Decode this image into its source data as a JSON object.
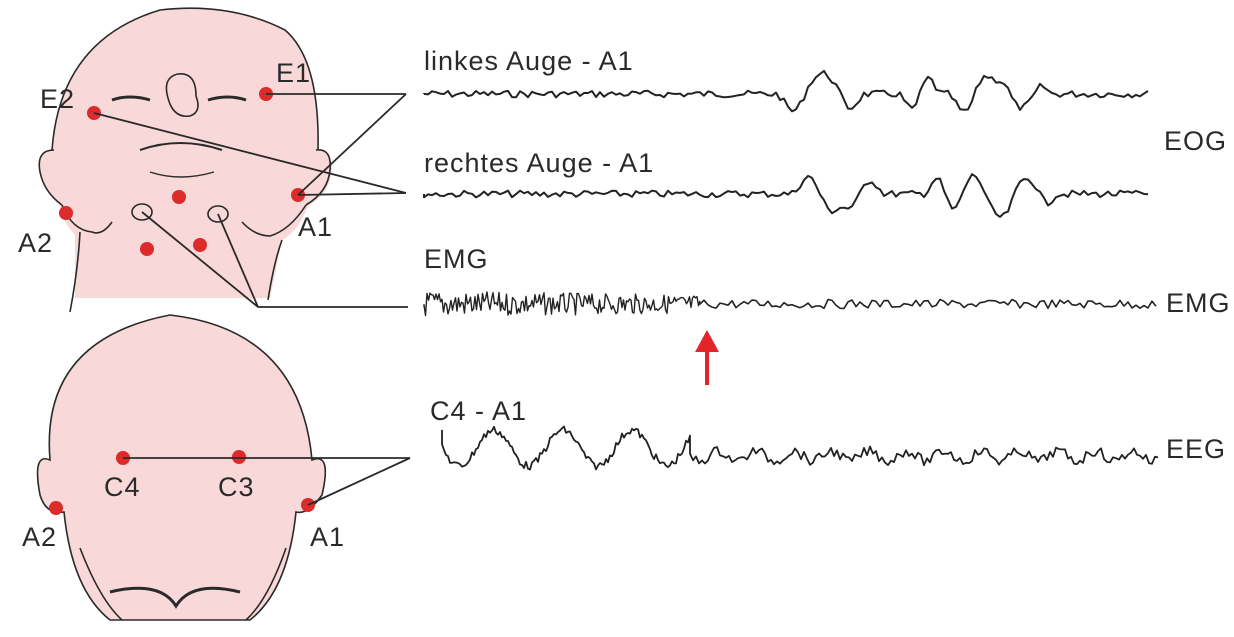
{
  "colors": {
    "skin": "#f8d8d8",
    "outline": "#2a2a2a",
    "electrode": "#dd2a2a",
    "arrow": "#e4242b",
    "trace": "#222222"
  },
  "face_view": {
    "electrodes": {
      "e1": "E1",
      "e2": "E2",
      "a1": "A1",
      "a2": "A2"
    }
  },
  "back_view": {
    "electrodes": {
      "c4": "C4",
      "c3": "C3",
      "a1": "A1",
      "a2": "A2"
    }
  },
  "traces": {
    "left_eye": "linkes Auge - A1",
    "right_eye": "rechtes Auge - A1",
    "emg": "EMG",
    "eeg_derivation": "C4 - A1"
  },
  "groups": {
    "eog": "EOG",
    "emg": "EMG",
    "eeg": "EEG"
  },
  "marker": {
    "icon": "up-arrow-icon"
  }
}
